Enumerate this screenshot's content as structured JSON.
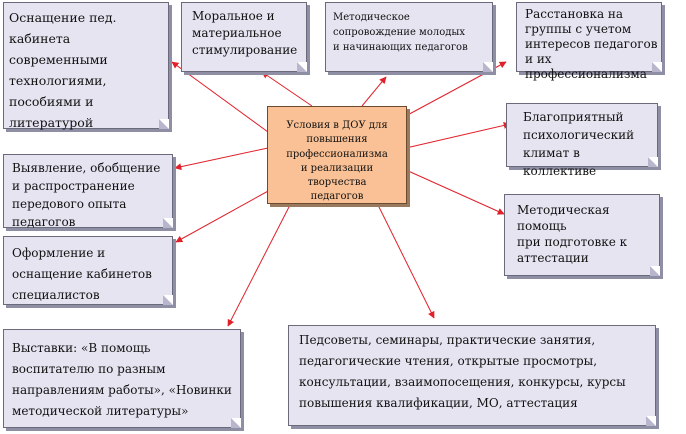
{
  "center": {
    "text": "Условия в ДОУ для\nповышения\nпрофессионализма\nи реализации\nтворчества\nпедагогов"
  },
  "boxes": {
    "equipment_cabinets": "Оснащение пед.\nкабинета\nсовременными\nтехнологиями,\nпособиями и\nлитературой",
    "moral_material": "Моральное и\nматериальное\nстимулирование",
    "methodical_support": "Методическое\nсопровождение молодых\nи начинающих педагогов",
    "placement_groups": "Расстановка на\nгруппы с учетом\nинтересов педагогов\nи их\nпрофессионализма",
    "favorable_climate": "Благоприятный\nпсихологический\nклимат в коллективе",
    "identification_experience": "Выявление, обобщение\nи распространение\nпередового опыта\nпедагогов",
    "methodical_help": "Методическая помощь\nпри  подготовке к\nаттестации",
    "specialist_cabinets": "Оформление и\nоснащение кабинетов\nспециалистов",
    "exhibitions": "Выставки: «В помощь\nвоспитателю по разным\nнаправлениям работы», «Новинки\nметодической литературы»",
    "councils": "Педсоветы, семинары, практические занятия,\nпедагогические чтения, открытые просмотры,\nконсультации, взаимопосещения, конкурсы, курсы\nповышения квалификации, МО, аттестация"
  },
  "colors": {
    "box_fill": "#e6e4f1",
    "center_fill": "#f9c195",
    "arrow": "#e0202a"
  }
}
